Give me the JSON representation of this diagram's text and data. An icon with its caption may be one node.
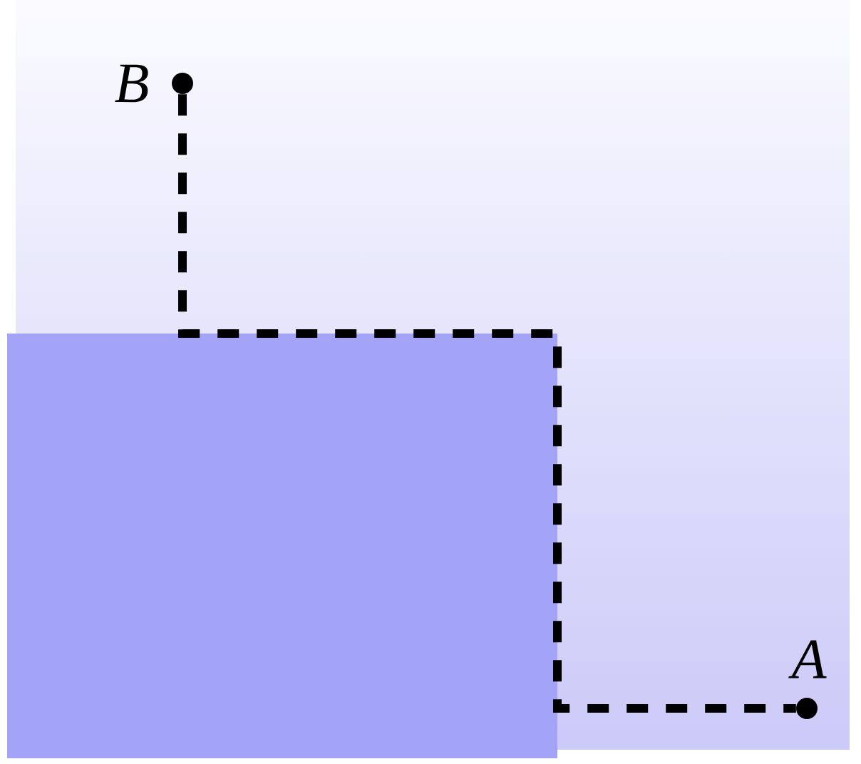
{
  "diagram": {
    "nodes": [
      {
        "text": [],
        "shape": "circle",
        "beside": [
          "B"
        ]
      },
      {
        "text": [],
        "shape": "circle",
        "beside": [
          "A"
        ]
      }
    ],
    "edges": [
      {
        "from": 0,
        "to": 1,
        "arrow": "none",
        "style": "dashed"
      }
    ]
  }
}
